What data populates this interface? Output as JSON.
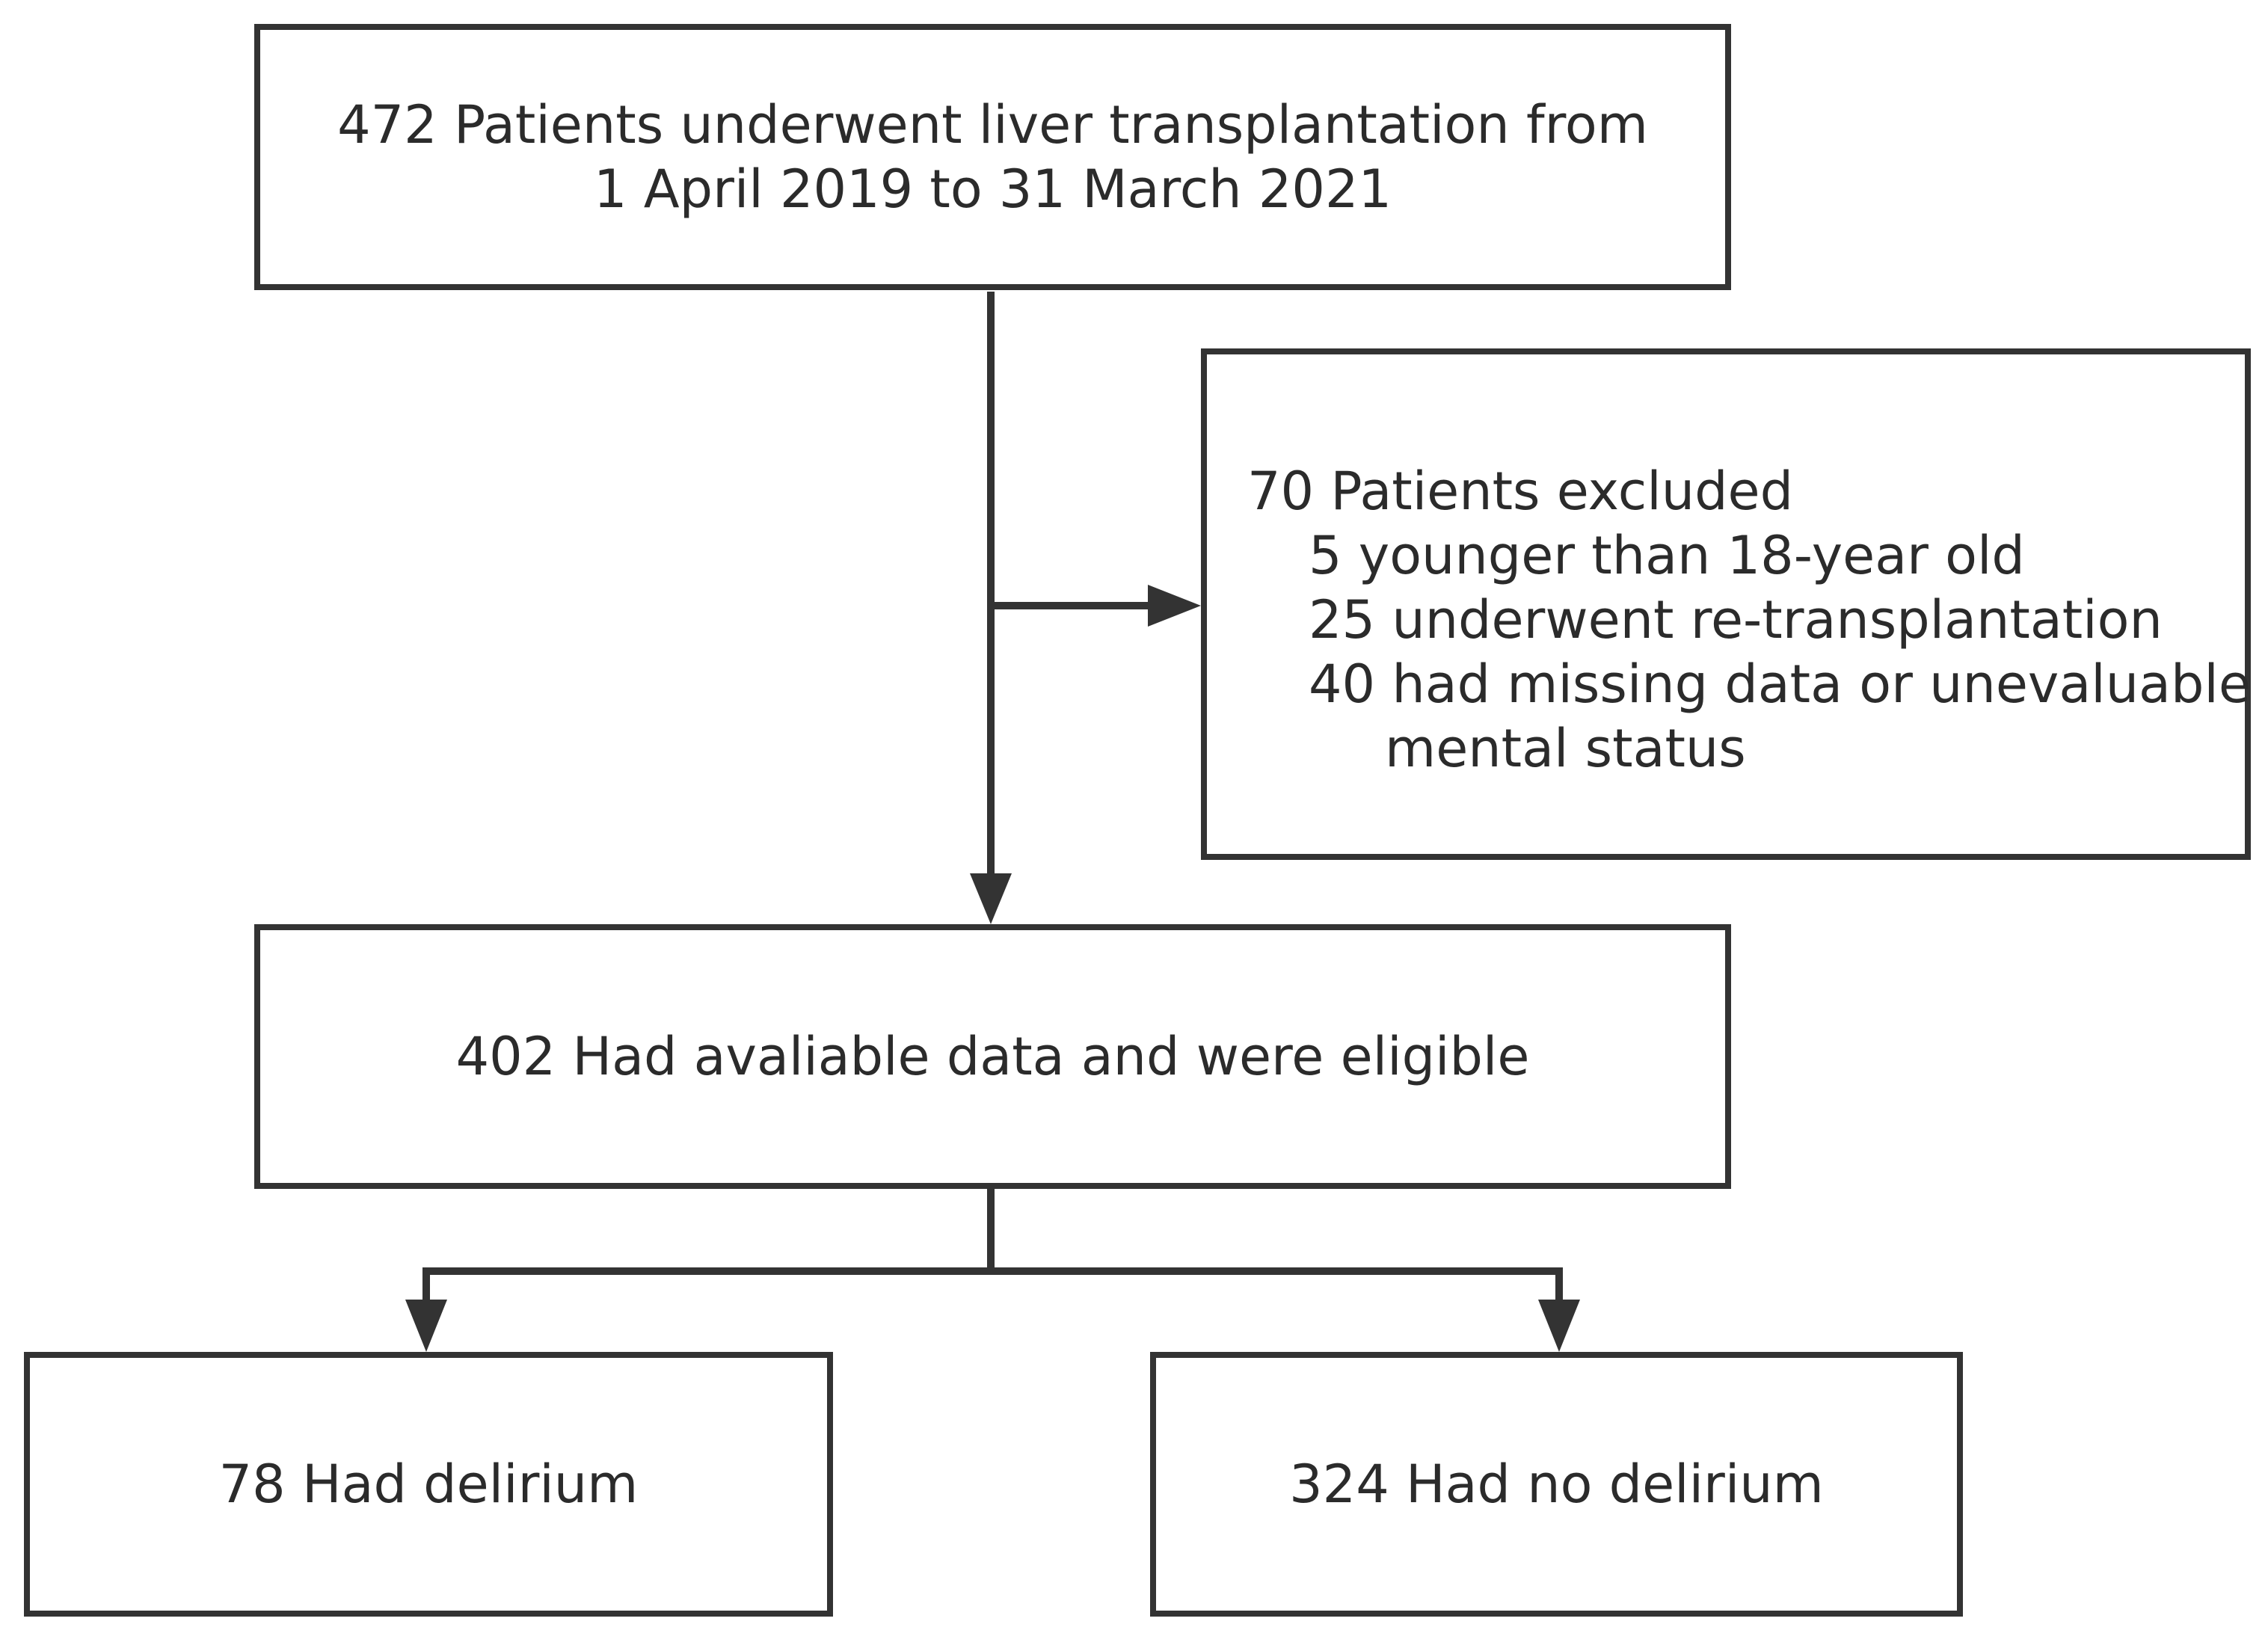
{
  "flow": {
    "enrolled": {
      "line1": "472 Patients underwent liver transplantation from",
      "line2": "1 April 2019 to 31 March 2021"
    },
    "excluded": {
      "title": "70 Patients excluded",
      "reasons": [
        "5 younger than 18-year old",
        "25 underwent re-transplantation",
        "40 had missing data or unevaluable"
      ],
      "reason_continuation": "mental status"
    },
    "eligible": {
      "text": "402 Had avaliable data and were eligible"
    },
    "outcomes": [
      {
        "text": "78 Had delirium"
      },
      {
        "text": "324 Had no delirium"
      }
    ]
  },
  "colors": {
    "stroke": "#333333",
    "text": "#2b2b2b",
    "background": "#ffffff"
  }
}
